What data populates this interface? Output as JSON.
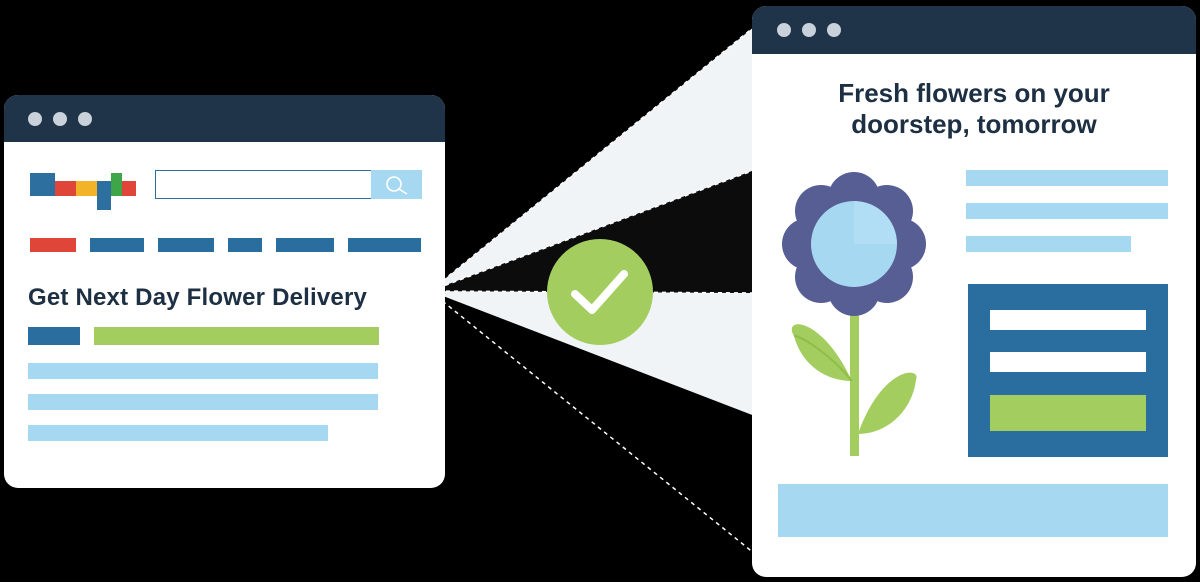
{
  "left_window": {
    "result_title": "Get Next Day Flower Delivery"
  },
  "right_window": {
    "headline_line1": "Fresh flowers on your",
    "headline_line2": "doorstep, tomorrow"
  },
  "icons": {
    "search": "search-icon",
    "check": "checkmark-icon",
    "flower": "flower-illustration"
  },
  "colors": {
    "titlebar": "#1f3349",
    "accent_blue": "#2a6e9f",
    "light_blue": "#a7d8f2",
    "green": "#a3cd5e",
    "red": "#e0453a",
    "text_dark": "#1d2f42"
  }
}
